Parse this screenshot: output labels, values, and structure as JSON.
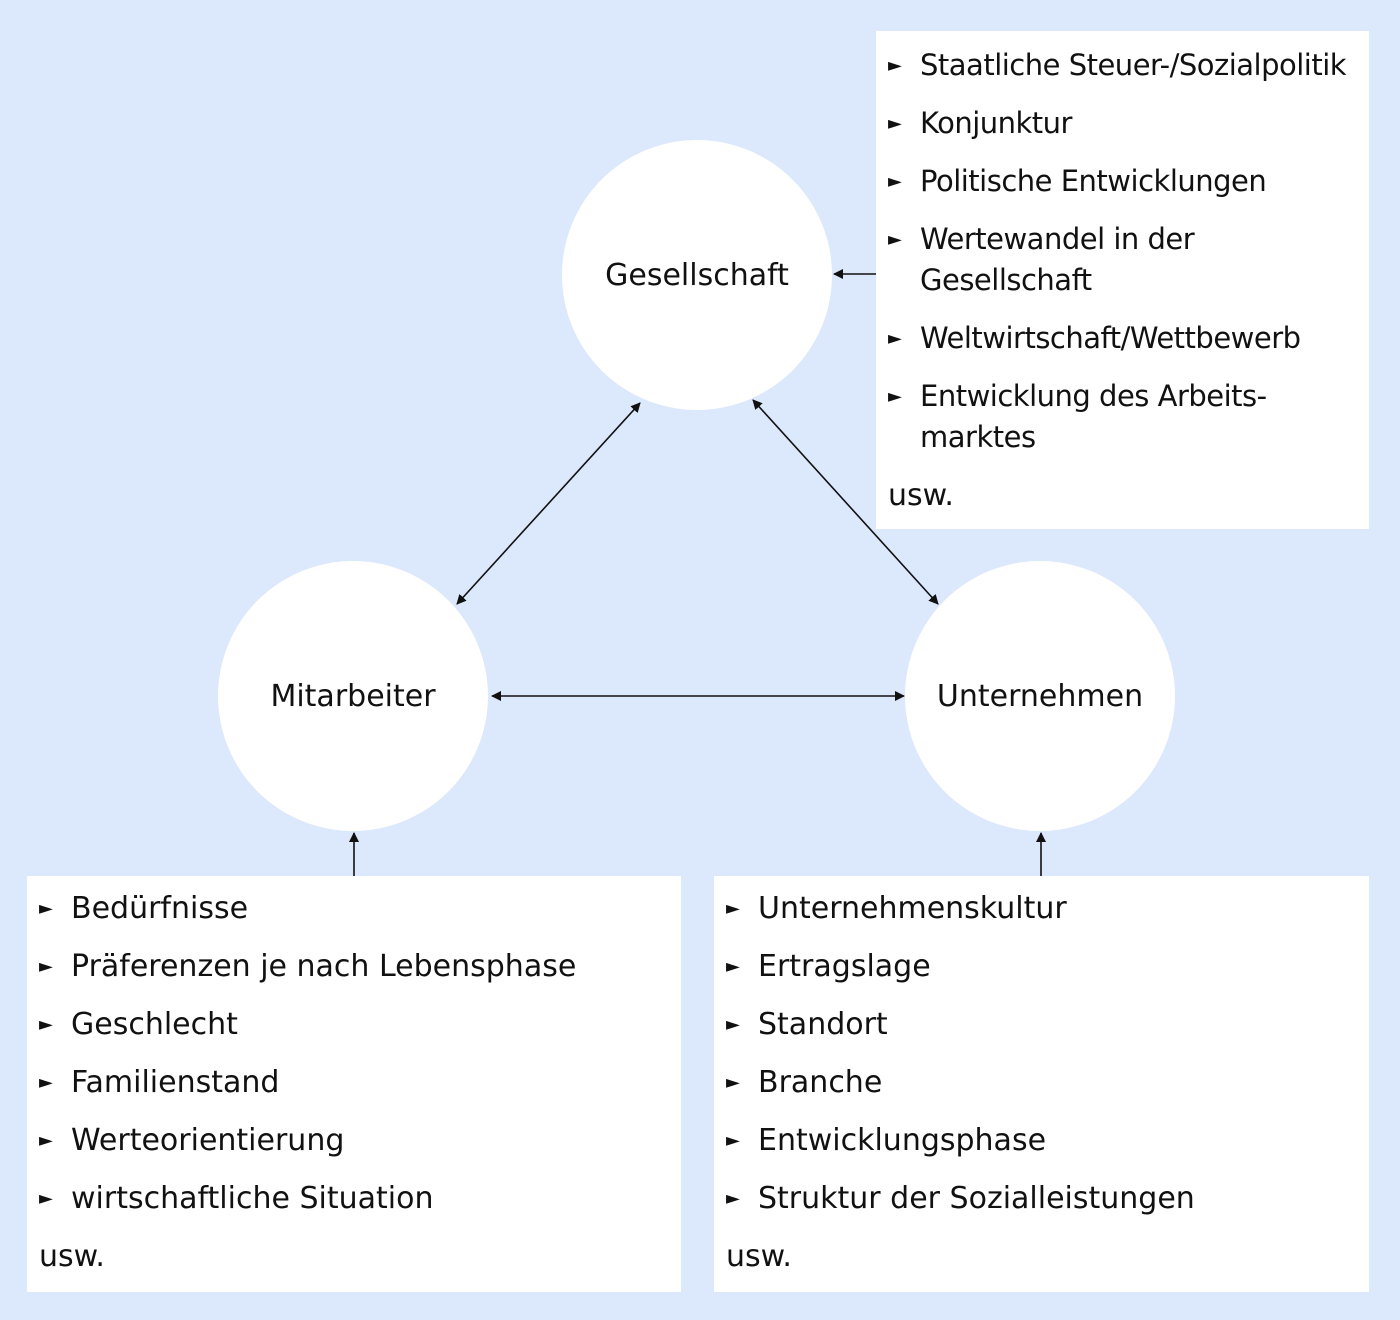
{
  "nodes": {
    "society": "Gesellschaft",
    "employees": "Mitarbeiter",
    "company": "Unternehmen"
  },
  "boxes": {
    "society": {
      "items": [
        "Staatliche Steuer-/Sozialpolitik",
        "Konjunktur",
        "Politische Entwicklungen",
        "Wertewandel in der\nGesellschaft",
        "Weltwirtschaft/Wettbewerb",
        "Entwicklung des Arbeits-\nmarktes"
      ],
      "etc": "usw."
    },
    "employees": {
      "items": [
        "Bedürfnisse",
        "Präferenzen je nach Lebensphase",
        "Geschlecht",
        "Familienstand",
        "Werteorientierung",
        "wirtschaftliche Situation"
      ],
      "etc": "usw."
    },
    "company": {
      "items": [
        "Unternehmenskultur",
        "Ertragslage",
        "Standort",
        "Branche",
        "Entwicklungsphase",
        "Struktur der Sozialleistungen"
      ],
      "etc": "usw."
    }
  },
  "colors": {
    "background": "#dce8fc",
    "node_fill": "#ffffff",
    "box_fill": "#ffffff",
    "arrow": "#111111"
  }
}
